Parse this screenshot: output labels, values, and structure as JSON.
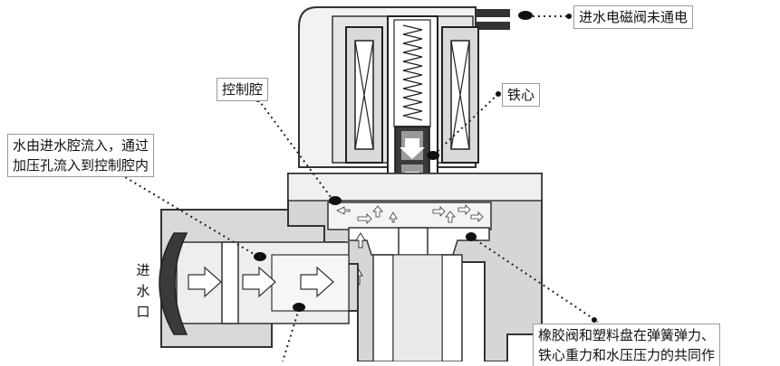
{
  "labels": {
    "inlet_power": "进水电磁阀未通电",
    "control_chamber": "控制腔",
    "iron_core": "铁心",
    "flow_line1": "水由进水腔流入，通过",
    "flow_line2": "加压孔流入到控制腔内",
    "inlet_char1": "进",
    "inlet_char2": "水",
    "inlet_char3": "口",
    "rubber_line1": "橡胶阀和塑料盘在弹簧弹力、",
    "rubber_line2": "铁心重力和水压压力的共同作"
  }
}
